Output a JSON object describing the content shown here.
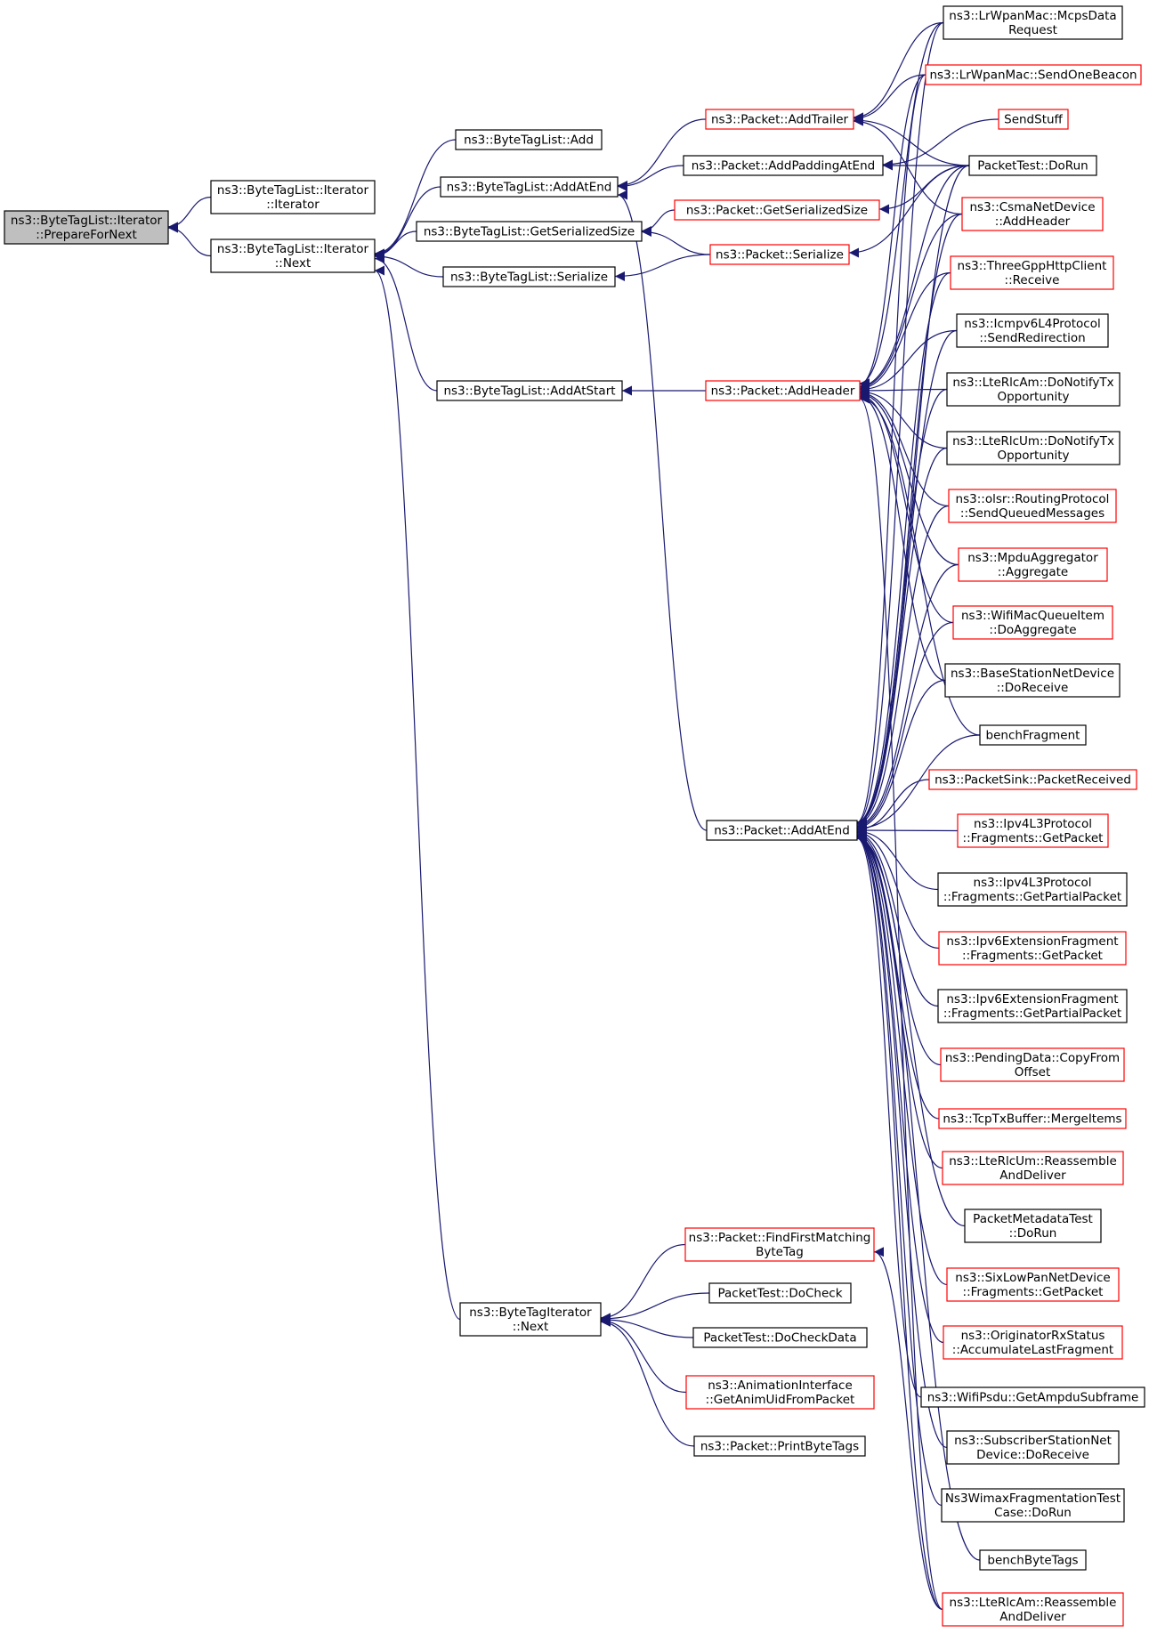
{
  "nodes": [
    {
      "id": "n0",
      "lines": [
        "ns3::ByteTagList::Iterator",
        "::PrepareForNext"
      ],
      "color": "gray"
    },
    {
      "id": "n1",
      "lines": [
        "ns3::ByteTagList::Iterator",
        "::Iterator"
      ],
      "color": "black"
    },
    {
      "id": "n2",
      "lines": [
        "ns3::ByteTagList::Iterator",
        "::Next"
      ],
      "color": "black"
    },
    {
      "id": "n3",
      "lines": [
        "ns3::ByteTagList::Add"
      ],
      "color": "black"
    },
    {
      "id": "n4",
      "lines": [
        "ns3::ByteTagList::AddAtEnd"
      ],
      "color": "black"
    },
    {
      "id": "n5",
      "lines": [
        "ns3::ByteTagList::GetSerializedSize"
      ],
      "color": "black"
    },
    {
      "id": "n6",
      "lines": [
        "ns3::ByteTagList::Serialize"
      ],
      "color": "black"
    },
    {
      "id": "n7",
      "lines": [
        "ns3::ByteTagList::AddAtStart"
      ],
      "color": "black"
    },
    {
      "id": "n8",
      "lines": [
        "ns3::ByteTagIterator",
        "::Next"
      ],
      "color": "black"
    },
    {
      "id": "n9",
      "lines": [
        "ns3::Packet::AddTrailer"
      ],
      "color": "red"
    },
    {
      "id": "n10",
      "lines": [
        "ns3::Packet::AddPaddingAtEnd"
      ],
      "color": "black"
    },
    {
      "id": "n11",
      "lines": [
        "ns3::Packet::GetSerializedSize"
      ],
      "color": "red"
    },
    {
      "id": "n12",
      "lines": [
        "ns3::Packet::Serialize"
      ],
      "color": "red"
    },
    {
      "id": "n13",
      "lines": [
        "ns3::Packet::AddHeader"
      ],
      "color": "red"
    },
    {
      "id": "n14",
      "lines": [
        "ns3::Packet::AddAtEnd"
      ],
      "color": "black"
    },
    {
      "id": "n15",
      "lines": [
        "ns3::Packet::FindFirstMatching",
        "ByteTag"
      ],
      "color": "red"
    },
    {
      "id": "n16",
      "lines": [
        "PacketTest::DoCheck"
      ],
      "color": "black"
    },
    {
      "id": "n17",
      "lines": [
        "PacketTest::DoCheckData"
      ],
      "color": "black"
    },
    {
      "id": "n18",
      "lines": [
        "ns3::AnimationInterface",
        "::GetAnimUidFromPacket"
      ],
      "color": "red"
    },
    {
      "id": "n19",
      "lines": [
        "ns3::Packet::PrintByteTags"
      ],
      "color": "black"
    },
    {
      "id": "n20",
      "lines": [
        "ns3::LrWpanMac::McpsData",
        "Request"
      ],
      "color": "black"
    },
    {
      "id": "n21",
      "lines": [
        "ns3::LrWpanMac::SendOneBeacon"
      ],
      "color": "red"
    },
    {
      "id": "n22",
      "lines": [
        "SendStuff"
      ],
      "color": "red"
    },
    {
      "id": "n23",
      "lines": [
        "PacketTest::DoRun"
      ],
      "color": "black"
    },
    {
      "id": "n24",
      "lines": [
        "ns3::CsmaNetDevice",
        "::AddHeader"
      ],
      "color": "red"
    },
    {
      "id": "n25",
      "lines": [
        "ns3::ThreeGppHttpClient",
        "::Receive"
      ],
      "color": "red"
    },
    {
      "id": "n26",
      "lines": [
        "ns3::Icmpv6L4Protocol",
        "::SendRedirection"
      ],
      "color": "black"
    },
    {
      "id": "n27",
      "lines": [
        "ns3::LteRlcAm::DoNotifyTx",
        "Opportunity"
      ],
      "color": "black"
    },
    {
      "id": "n28",
      "lines": [
        "ns3::LteRlcUm::DoNotifyTx",
        "Opportunity"
      ],
      "color": "black"
    },
    {
      "id": "n29",
      "lines": [
        "ns3::olsr::RoutingProtocol",
        "::SendQueuedMessages"
      ],
      "color": "red"
    },
    {
      "id": "n30",
      "lines": [
        "ns3::MpduAggregator",
        "::Aggregate"
      ],
      "color": "red"
    },
    {
      "id": "n31",
      "lines": [
        "ns3::WifiMacQueueItem",
        "::DoAggregate"
      ],
      "color": "red"
    },
    {
      "id": "n32",
      "lines": [
        "ns3::BaseStationNetDevice",
        "::DoReceive"
      ],
      "color": "black"
    },
    {
      "id": "n33",
      "lines": [
        "benchFragment"
      ],
      "color": "black"
    },
    {
      "id": "n34",
      "lines": [
        "ns3::PacketSink::PacketReceived"
      ],
      "color": "red"
    },
    {
      "id": "n35",
      "lines": [
        "ns3::Ipv4L3Protocol",
        "::Fragments::GetPacket"
      ],
      "color": "red"
    },
    {
      "id": "n36",
      "lines": [
        "ns3::Ipv4L3Protocol",
        "::Fragments::GetPartialPacket"
      ],
      "color": "black"
    },
    {
      "id": "n37",
      "lines": [
        "ns3::Ipv6ExtensionFragment",
        "::Fragments::GetPacket"
      ],
      "color": "red"
    },
    {
      "id": "n38",
      "lines": [
        "ns3::Ipv6ExtensionFragment",
        "::Fragments::GetPartialPacket"
      ],
      "color": "black"
    },
    {
      "id": "n39",
      "lines": [
        "ns3::PendingData::CopyFrom",
        "Offset"
      ],
      "color": "red"
    },
    {
      "id": "n40",
      "lines": [
        "ns3::TcpTxBuffer::MergeItems"
      ],
      "color": "red"
    },
    {
      "id": "n41",
      "lines": [
        "ns3::LteRlcUm::Reassemble",
        "AndDeliver"
      ],
      "color": "red"
    },
    {
      "id": "n42",
      "lines": [
        "PacketMetadataTest",
        "::DoRun"
      ],
      "color": "black"
    },
    {
      "id": "n43",
      "lines": [
        "ns3::SixLowPanNetDevice",
        "::Fragments::GetPacket"
      ],
      "color": "red"
    },
    {
      "id": "n44",
      "lines": [
        "ns3::OriginatorRxStatus",
        "::AccumulateLastFragment"
      ],
      "color": "red"
    },
    {
      "id": "n45",
      "lines": [
        "ns3::WifiPsdu::GetAmpduSubframe"
      ],
      "color": "black"
    },
    {
      "id": "n46",
      "lines": [
        "ns3::SubscriberStationNet",
        "Device::DoReceive"
      ],
      "color": "black"
    },
    {
      "id": "n47",
      "lines": [
        "Ns3WimaxFragmentationTest",
        "Case::DoRun"
      ],
      "color": "black"
    },
    {
      "id": "n48",
      "lines": [
        "benchByteTags"
      ],
      "color": "black"
    },
    {
      "id": "n49",
      "lines": [
        "ns3::LteRlcAm::Reassemble",
        "AndDeliver"
      ],
      "color": "red"
    }
  ],
  "edges": [
    [
      "n1",
      "n0"
    ],
    [
      "n2",
      "n0"
    ],
    [
      "n3",
      "n2"
    ],
    [
      "n4",
      "n2"
    ],
    [
      "n5",
      "n2"
    ],
    [
      "n6",
      "n2"
    ],
    [
      "n7",
      "n2"
    ],
    [
      "n8",
      "n2"
    ],
    [
      "n9",
      "n4"
    ],
    [
      "n10",
      "n4"
    ],
    [
      "n14",
      "n4"
    ],
    [
      "n11",
      "n5"
    ],
    [
      "n12",
      "n5"
    ],
    [
      "n12",
      "n6"
    ],
    [
      "n13",
      "n7"
    ],
    [
      "n15",
      "n8"
    ],
    [
      "n16",
      "n8"
    ],
    [
      "n17",
      "n8"
    ],
    [
      "n18",
      "n8"
    ],
    [
      "n19",
      "n8"
    ],
    [
      "n20",
      "n9"
    ],
    [
      "n21",
      "n9"
    ],
    [
      "n23",
      "n9"
    ],
    [
      "n24",
      "n9"
    ],
    [
      "n22",
      "n10"
    ],
    [
      "n23",
      "n10"
    ],
    [
      "n23",
      "n11"
    ],
    [
      "n23",
      "n12"
    ],
    [
      "n20",
      "n13"
    ],
    [
      "n21",
      "n13"
    ],
    [
      "n23",
      "n13"
    ],
    [
      "n24",
      "n13"
    ],
    [
      "n25",
      "n13"
    ],
    [
      "n26",
      "n13"
    ],
    [
      "n27",
      "n13"
    ],
    [
      "n28",
      "n13"
    ],
    [
      "n29",
      "n13"
    ],
    [
      "n30",
      "n13"
    ],
    [
      "n31",
      "n13"
    ],
    [
      "n32",
      "n13"
    ],
    [
      "n33",
      "n13"
    ],
    [
      "n49",
      "n13"
    ],
    [
      "n20",
      "n14"
    ],
    [
      "n21",
      "n14"
    ],
    [
      "n23",
      "n14"
    ],
    [
      "n24",
      "n14"
    ],
    [
      "n25",
      "n14"
    ],
    [
      "n26",
      "n14"
    ],
    [
      "n27",
      "n14"
    ],
    [
      "n28",
      "n14"
    ],
    [
      "n29",
      "n14"
    ],
    [
      "n30",
      "n14"
    ],
    [
      "n31",
      "n14"
    ],
    [
      "n32",
      "n14"
    ],
    [
      "n33",
      "n14"
    ],
    [
      "n34",
      "n14"
    ],
    [
      "n35",
      "n14"
    ],
    [
      "n36",
      "n14"
    ],
    [
      "n37",
      "n14"
    ],
    [
      "n38",
      "n14"
    ],
    [
      "n39",
      "n14"
    ],
    [
      "n40",
      "n14"
    ],
    [
      "n41",
      "n14"
    ],
    [
      "n42",
      "n14"
    ],
    [
      "n43",
      "n14"
    ],
    [
      "n44",
      "n14"
    ],
    [
      "n45",
      "n14"
    ],
    [
      "n46",
      "n14"
    ],
    [
      "n47",
      "n14"
    ],
    [
      "n48",
      "n14"
    ],
    [
      "n49",
      "n14"
    ],
    [
      "n49",
      "n15"
    ]
  ]
}
